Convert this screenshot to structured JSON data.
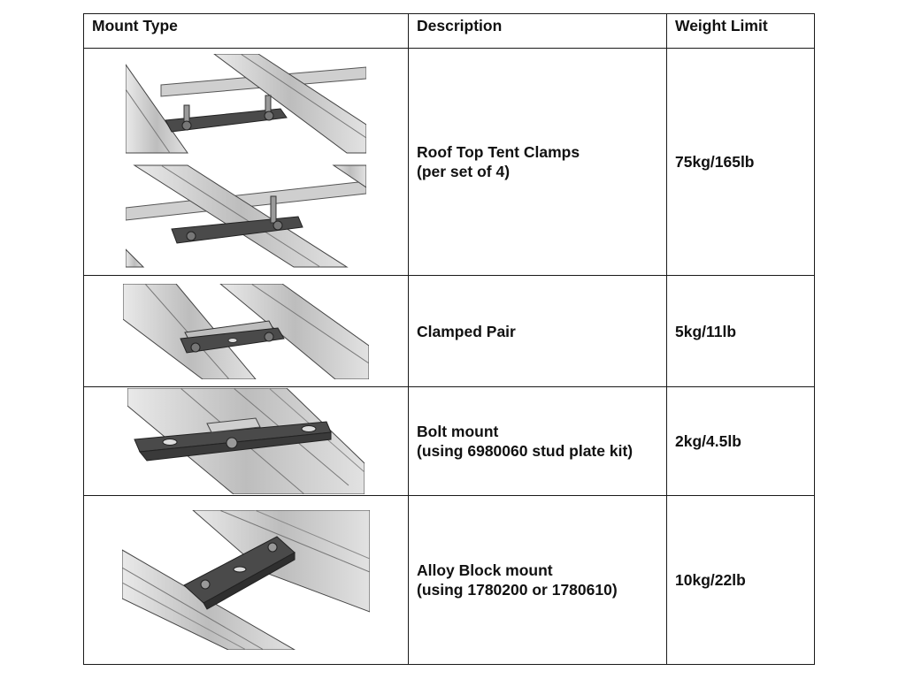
{
  "table": {
    "headers": {
      "mount_type": "Mount Type",
      "description": "Description",
      "weight_limit": "Weight Limit"
    },
    "rows": [
      {
        "image": "roof-top-tent-clamp-illustration",
        "description": [
          "Roof Top Tent Clamps",
          "(per set of 4)"
        ],
        "weight_limit": "75kg/165lb"
      },
      {
        "image": "clamped-pair-illustration",
        "description": [
          "Clamped Pair"
        ],
        "weight_limit": "5kg/11lb"
      },
      {
        "image": "bolt-mount-illustration",
        "description": [
          "Bolt mount",
          "(using 6980060 stud plate kit)"
        ],
        "weight_limit": "2kg/4.5lb"
      },
      {
        "image": "alloy-block-mount-illustration",
        "description": [
          "Alloy Block mount",
          "(using 1780200 or 1780610)"
        ],
        "weight_limit": "10kg/22lb"
      }
    ]
  }
}
